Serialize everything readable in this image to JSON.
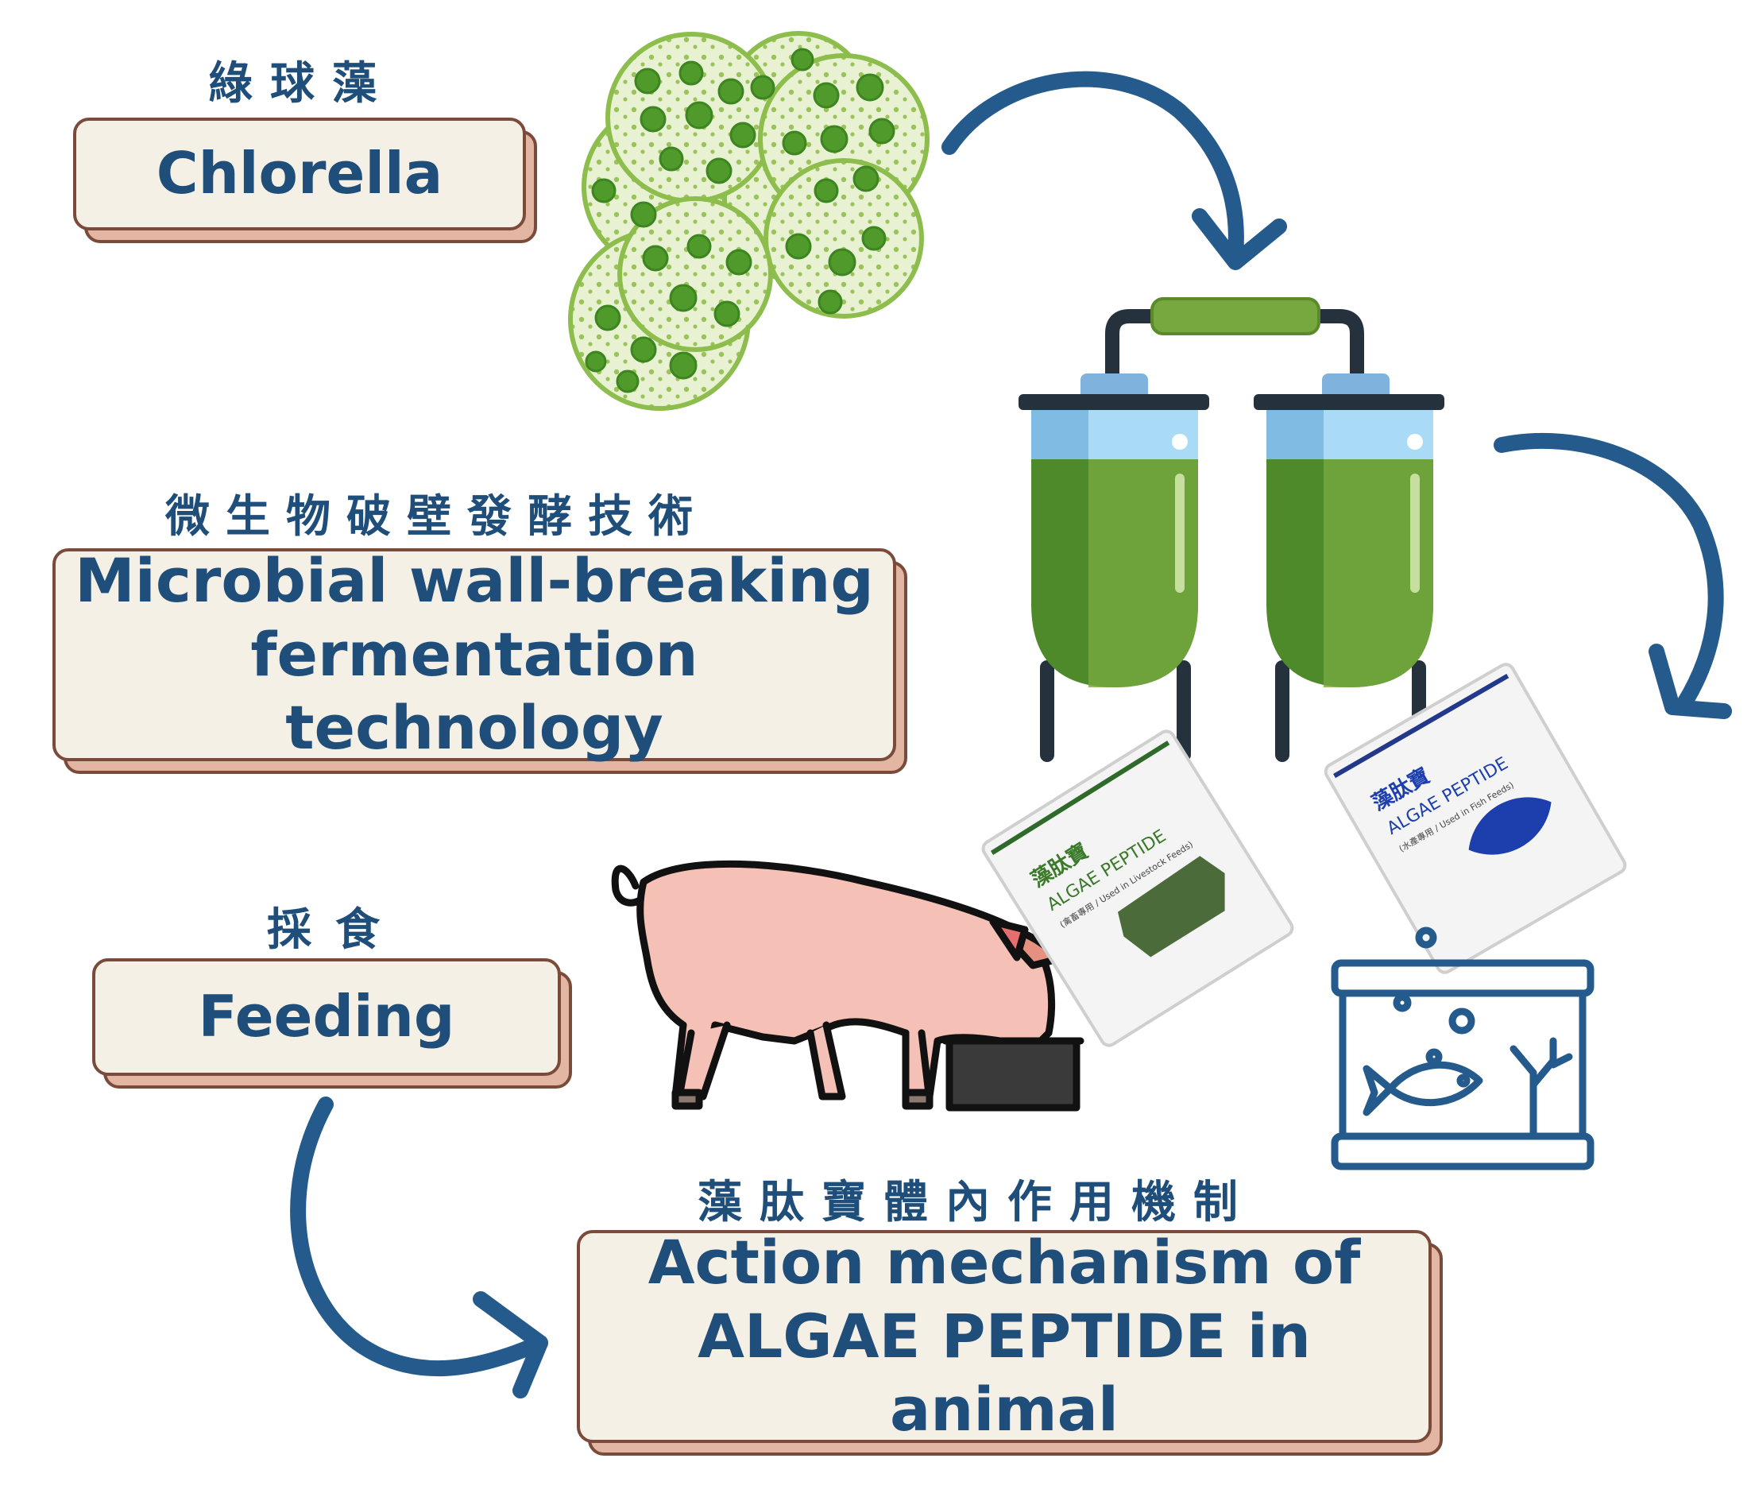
{
  "steps": {
    "chlorella": {
      "zh": "綠球藻",
      "en": "Chlorella"
    },
    "fermentation": {
      "zh": "微生物破壁發酵技術",
      "en_line1": "Microbial wall-breaking",
      "en_line2": "fermentation technology"
    },
    "feeding": {
      "zh": "採食",
      "en": "Feeding"
    },
    "mechanism": {
      "zh": "藻肽寶體內作用機制",
      "en_line1": "Action mechanism of",
      "en_line2": "ALGAE PEPTIDE in animal"
    }
  },
  "packages": {
    "pig_feed": {
      "brand_zh": "藻肽寶",
      "brand_en": "ALGAE PEPTIDE",
      "usage": "(禽畜專用 / Used in Livestock Feeds)"
    },
    "fish_feed": {
      "brand_zh": "藻肽寶",
      "brand_en": "ALGAE PEPTIDE",
      "usage": "(水產專用 / Used in Fish Feeds)"
    }
  },
  "colors": {
    "heading": "#1f4e7a",
    "arrow": "#245b8c",
    "card_fill": "#f5f0e5",
    "card_border": "#7a4b3a",
    "card_shadow": "#e2b6a2",
    "algae_green": "#4f9a2a",
    "tank_green": "#76a83f",
    "pig_pink": "#f5c1b6"
  },
  "icons": [
    "chlorella-cells-icon",
    "fermentation-tanks-icon",
    "pig-eating-icon",
    "feed-package-icon",
    "fish-tank-icon",
    "flow-arrow-icon"
  ]
}
